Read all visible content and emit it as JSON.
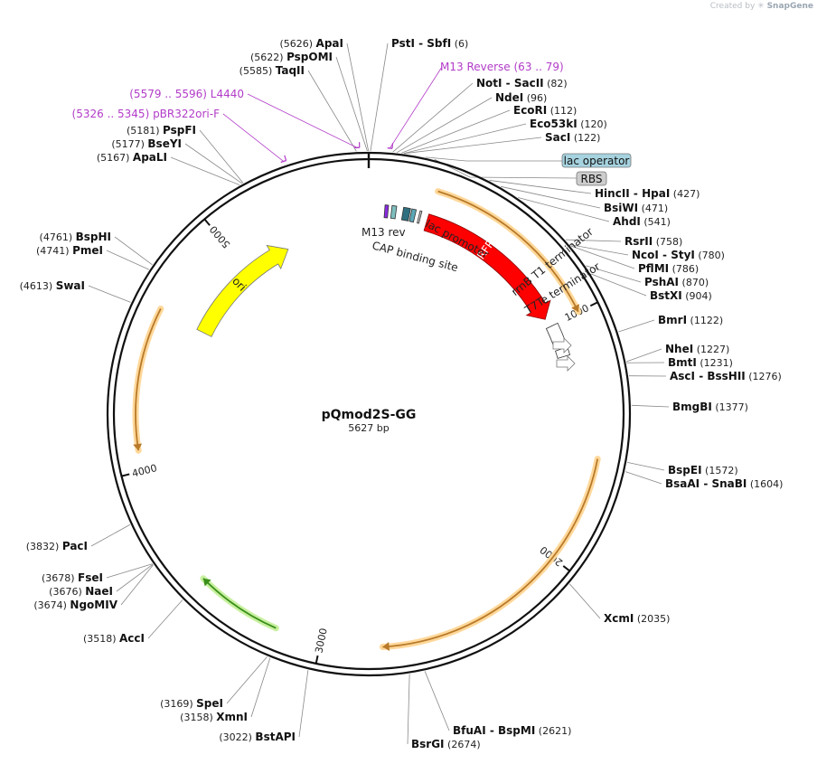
{
  "credit": {
    "prefix": "Created by",
    "brand": "SnapGene"
  },
  "plasmid": {
    "name": "pQmod2S-GG",
    "size_label": "5627 bp",
    "length": 5627
  },
  "ticks": [
    {
      "label": "1000",
      "pos": 1000
    },
    {
      "label": "2000",
      "pos": 2000
    },
    {
      "label": "3000",
      "pos": 3000
    },
    {
      "label": "4000",
      "pos": 4000
    },
    {
      "label": "5000",
      "pos": 5000
    }
  ],
  "enzymes": [
    {
      "names": [
        "ApaI"
      ],
      "position": "(5626)",
      "site": 5626,
      "side": "left"
    },
    {
      "names": [
        "PspOMI"
      ],
      "position": "(5622)",
      "site": 5622,
      "side": "left"
    },
    {
      "names": [
        "TaqII"
      ],
      "position": "(5585)",
      "site": 5585,
      "side": "left"
    },
    {
      "names": [
        "PspFI"
      ],
      "position": "(5181)",
      "site": 5181,
      "side": "left"
    },
    {
      "names": [
        "BseYI"
      ],
      "position": "(5177)",
      "site": 5177,
      "side": "left"
    },
    {
      "names": [
        "ApaLI"
      ],
      "position": "(5167)",
      "site": 5167,
      "side": "left"
    },
    {
      "names": [
        "BspHI"
      ],
      "position": "(4761)",
      "site": 4761,
      "side": "left"
    },
    {
      "names": [
        "PmeI"
      ],
      "position": "(4741)",
      "site": 4741,
      "side": "left"
    },
    {
      "names": [
        "SwaI"
      ],
      "position": "(4613)",
      "site": 4613,
      "side": "left"
    },
    {
      "names": [
        "PacI"
      ],
      "position": "(3832)",
      "site": 3832,
      "side": "left"
    },
    {
      "names": [
        "FseI"
      ],
      "position": "(3678)",
      "site": 3678,
      "side": "left"
    },
    {
      "names": [
        "NaeI"
      ],
      "position": "(3676)",
      "site": 3676,
      "side": "left"
    },
    {
      "names": [
        "NgoMIV"
      ],
      "position": "(3674)",
      "site": 3674,
      "side": "left"
    },
    {
      "names": [
        "AccI"
      ],
      "position": "(3518)",
      "site": 3518,
      "side": "left"
    },
    {
      "names": [
        "SpeI"
      ],
      "position": "(3169)",
      "site": 3169,
      "side": "left"
    },
    {
      "names": [
        "XmnI"
      ],
      "position": "(3158)",
      "site": 3158,
      "side": "left"
    },
    {
      "names": [
        "BstAPI"
      ],
      "position": "(3022)",
      "site": 3022,
      "side": "left"
    },
    {
      "names": [
        "PstI",
        "SbfI"
      ],
      "position": "(6)",
      "site": 6,
      "side": "right"
    },
    {
      "names": [
        "NotI",
        "SacII"
      ],
      "position": "(82)",
      "site": 82,
      "side": "right"
    },
    {
      "names": [
        "NdeI"
      ],
      "position": "(96)",
      "site": 96,
      "side": "right"
    },
    {
      "names": [
        "EcoRI"
      ],
      "position": "(112)",
      "site": 112,
      "side": "right"
    },
    {
      "names": [
        "Eco53kI"
      ],
      "position": "(120)",
      "site": 120,
      "side": "right"
    },
    {
      "names": [
        "SacI"
      ],
      "position": "(122)",
      "site": 122,
      "side": "right"
    },
    {
      "names": [
        "HincII",
        "HpaI"
      ],
      "position": "(427)",
      "site": 427,
      "side": "right"
    },
    {
      "names": [
        "BsiWI"
      ],
      "position": "(471)",
      "site": 471,
      "side": "right"
    },
    {
      "names": [
        "AhdI"
      ],
      "position": "(541)",
      "site": 541,
      "side": "right"
    },
    {
      "names": [
        "RsrII"
      ],
      "position": "(758)",
      "site": 758,
      "side": "right"
    },
    {
      "names": [
        "NcoI",
        "StyI"
      ],
      "position": "(780)",
      "site": 780,
      "side": "right"
    },
    {
      "names": [
        "PflMI"
      ],
      "position": "(786)",
      "site": 786,
      "side": "right"
    },
    {
      "names": [
        "PshAI"
      ],
      "position": "(870)",
      "site": 870,
      "side": "right"
    },
    {
      "names": [
        "BstXI"
      ],
      "position": "(904)",
      "site": 904,
      "side": "right"
    },
    {
      "names": [
        "BmrI"
      ],
      "position": "(1122)",
      "site": 1122,
      "side": "right"
    },
    {
      "names": [
        "NheI"
      ],
      "position": "(1227)",
      "site": 1227,
      "side": "right"
    },
    {
      "names": [
        "BmtI"
      ],
      "position": "(1231)",
      "site": 1231,
      "side": "right"
    },
    {
      "names": [
        "AscI",
        "BssHII"
      ],
      "position": "(1276)",
      "site": 1276,
      "side": "right"
    },
    {
      "names": [
        "BmgBI"
      ],
      "position": "(1377)",
      "site": 1377,
      "side": "right"
    },
    {
      "names": [
        "BspEI"
      ],
      "position": "(1572)",
      "site": 1572,
      "side": "right"
    },
    {
      "names": [
        "BsaAI",
        "SnaBI"
      ],
      "position": "(1604)",
      "site": 1604,
      "side": "right"
    },
    {
      "names": [
        "XcmI"
      ],
      "position": "(2035)",
      "site": 2035,
      "side": "right"
    },
    {
      "names": [
        "BfuAI",
        "BspMI"
      ],
      "position": "(2621)",
      "site": 2621,
      "side": "right"
    },
    {
      "names": [
        "BsrGI"
      ],
      "position": "(2674)",
      "site": 2674,
      "side": "right"
    }
  ],
  "primers": [
    {
      "name": "M13 Reverse",
      "range": "(63 .. 79)",
      "start": 63,
      "end": 79,
      "side": "right"
    },
    {
      "name": "L4440",
      "range": "(5579 .. 5596)",
      "start": 5579,
      "end": 5596,
      "side": "left"
    },
    {
      "name": "pBR322ori-F",
      "range": "(5326 .. 5345)",
      "start": 5326,
      "end": 5345,
      "side": "left"
    }
  ],
  "features": [
    {
      "name": "ori",
      "start": 4630,
      "end": 5220,
      "direction": "forward",
      "color": "#ffff00",
      "label_inside": true
    },
    {
      "name": "mRFP1",
      "start": 262,
      "end": 966,
      "direction": "forward",
      "color": "#ff0000",
      "label_inside": true
    },
    {
      "name": "M13 rev",
      "start": 70,
      "end": 85,
      "color": "#8a2be2"
    },
    {
      "name": "lac promoter",
      "start": 150,
      "end": 180,
      "color": "#2f6f7f"
    },
    {
      "name": "lac operator",
      "start": 186,
      "end": 205,
      "color": "#5ba8b8"
    },
    {
      "name": "RBS",
      "start": 222,
      "end": 230,
      "color": "#c8c8c8"
    },
    {
      "name": "CAP binding site",
      "start": 100,
      "end": 120,
      "color": "#7fbfbf"
    },
    {
      "name": "rrnB T1 terminator",
      "start": 1005,
      "end": 1090,
      "color": "#ffffff"
    },
    {
      "name": "T7Te terminator",
      "start": 1115,
      "end": 1150,
      "color": "#ffffff"
    }
  ],
  "chips": [
    {
      "label": "lac operator",
      "color": "#a6d3df"
    },
    {
      "label": "RBS",
      "color": "#cdcdcd"
    }
  ],
  "orfs": [
    {
      "start": 270,
      "end": 1000,
      "direction": "forward"
    },
    {
      "start": 1580,
      "end": 2760,
      "direction": "forward"
    },
    {
      "start": 4080,
      "end": 4640,
      "direction": "reverse"
    },
    {
      "start": 3180,
      "end": 3520,
      "direction": "forward",
      "color": "green"
    }
  ]
}
